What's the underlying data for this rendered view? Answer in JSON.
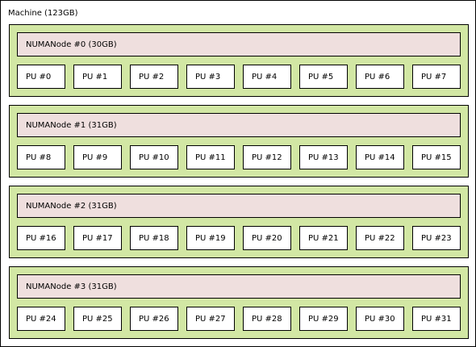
{
  "machine": {
    "label": "Machine (123GB)"
  },
  "nodes": [
    {
      "label": "NUMANode #0 (30GB)",
      "pus": [
        "PU #0",
        "PU #1",
        "PU #2",
        "PU #3",
        "PU #4",
        "PU #5",
        "PU #6",
        "PU #7"
      ]
    },
    {
      "label": "NUMANode #1 (31GB)",
      "pus": [
        "PU #8",
        "PU #9",
        "PU #10",
        "PU #11",
        "PU #12",
        "PU #13",
        "PU #14",
        "PU #15"
      ]
    },
    {
      "label": "NUMANode #2 (31GB)",
      "pus": [
        "PU #16",
        "PU #17",
        "PU #18",
        "PU #19",
        "PU #20",
        "PU #21",
        "PU #22",
        "PU #23"
      ]
    },
    {
      "label": "NUMANode #3 (31GB)",
      "pus": [
        "PU #24",
        "PU #25",
        "PU #26",
        "PU #27",
        "PU #28",
        "PU #29",
        "PU #30",
        "PU #31"
      ]
    }
  ],
  "colors": {
    "package": "#d2e7a4",
    "numa": "#efdfde",
    "pu": "#ffffff",
    "machine": "#ffffff"
  }
}
